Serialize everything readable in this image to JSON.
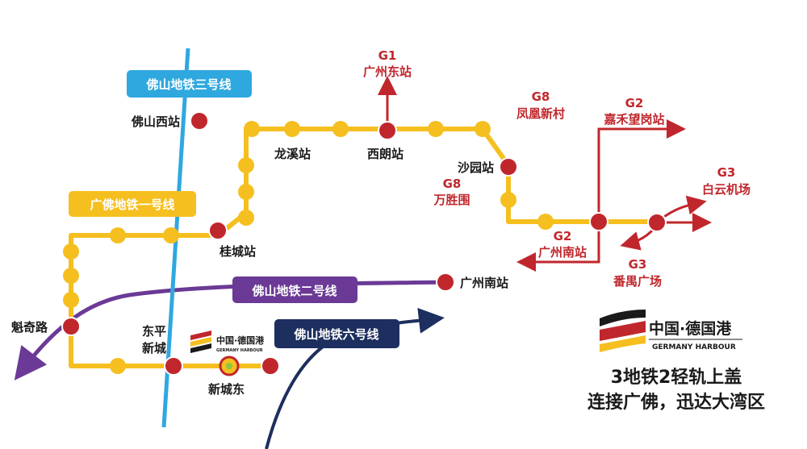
{
  "lines": {
    "foshan_3": "佛山地铁三号线",
    "guangfo_1": "广佛地铁一号线",
    "foshan_2": "佛山地铁二号线",
    "foshan_6": "佛山地铁六号线"
  },
  "stations": {
    "foshan_west": "佛山西站",
    "longxi": "龙溪站",
    "xilang": "西朗站",
    "shayuan": "沙园站",
    "guicheng": "桂城站",
    "guangzhou_south": "广州南站",
    "kuiqi": "魁奇路",
    "dongping_1": "东平",
    "dongping_2": "新城",
    "xinchengdong": "新城东"
  },
  "links": {
    "g1_code": "G1",
    "g1_name": "广州东站",
    "g8a_code": "G8",
    "g8a_name": "凤凰新村",
    "g2a_code": "G2",
    "g2a_name": "嘉禾望岗站",
    "g8b_code": "G8",
    "g8b_name": "万胜围",
    "g3a_code": "G3",
    "g3a_name": "白云机场",
    "g2b_code": "G2",
    "g2b_name": "广州南站",
    "g3b_code": "G3",
    "g3b_name": "番禺广场"
  },
  "brand": {
    "name_large": "中国·德国港",
    "sub_large": "GERMANY HARBOUR",
    "name_small": "中国·德国港",
    "sub_small": "GERMANY HARBOUR"
  },
  "slogan": {
    "line1": "3地铁2轻轨上盖",
    "line2": "连接广佛，迅达大湾区"
  },
  "colors": {
    "guangfo_line": "#f5bf1f",
    "foshan_3_line": "#2fa8df",
    "foshan_2_line": "#6b3a96",
    "foshan_6_line": "#1d2f5e",
    "interchange": "#c0272d",
    "tram_link": "#c0272d"
  }
}
